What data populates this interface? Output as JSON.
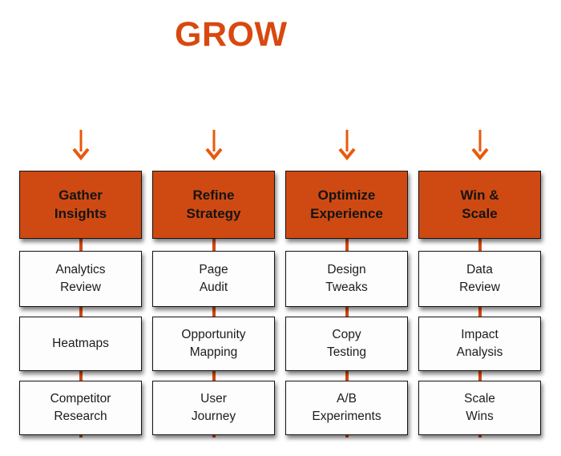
{
  "title": "GROW",
  "colors": {
    "title_orange": "#D9480F",
    "stage_box_fill": "#CE4A12",
    "arrow_orange": "#E8590C",
    "connector_orange": "#D9480F",
    "box_border": "#141414",
    "step_box_fill": "#FDFDFD",
    "text_dark": "#141414",
    "background": "#FFFFFF"
  },
  "icons": {
    "down_arrow": "down-arrow-icon"
  },
  "columns": [
    {
      "header": "Gather\nInsights",
      "items": [
        "Analytics\nReview",
        "Heatmaps",
        "Competitor\nResearch"
      ]
    },
    {
      "header": "Refine\nStrategy",
      "items": [
        "Page\nAudit",
        "Opportunity\nMapping",
        "User\nJourney"
      ]
    },
    {
      "header": "Optimize\nExperience",
      "items": [
        "Design\nTweaks",
        "Copy\nTesting",
        "A/B\nExperiments"
      ]
    },
    {
      "header": "Win &\nScale",
      "items": [
        "Data\nReview",
        "Impact\nAnalysis",
        "Scale\nWins"
      ]
    }
  ]
}
